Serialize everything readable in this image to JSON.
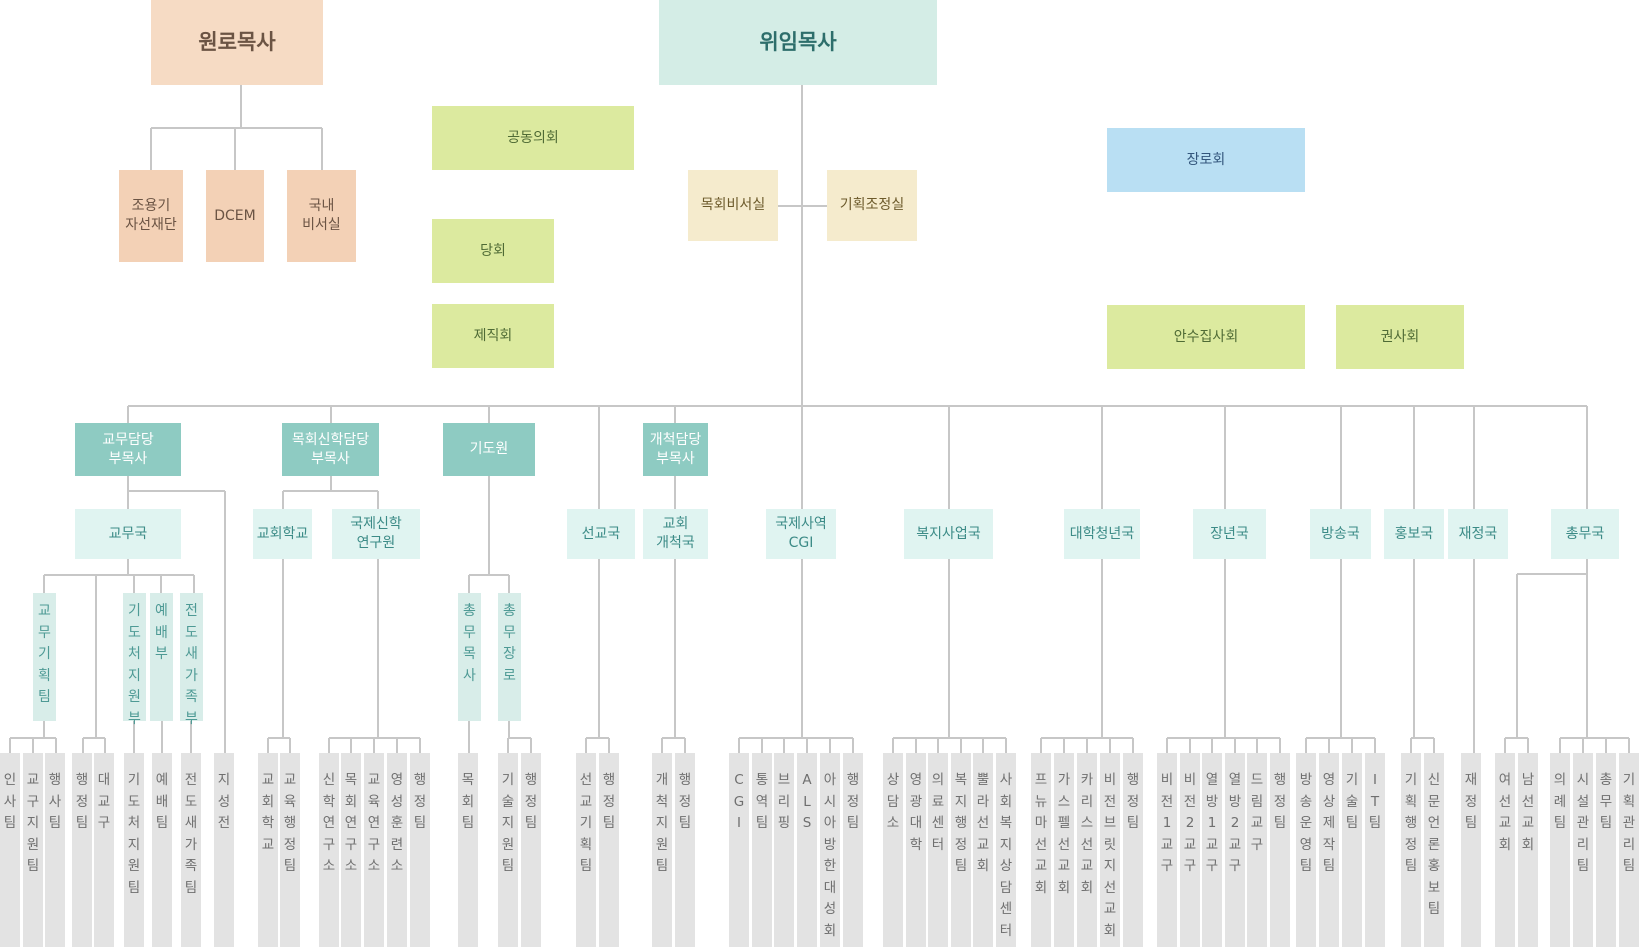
{
  "top": {
    "senior_pastor_emeritus": "원로목사",
    "senior_pastor": "위임목사",
    "emeritus_units": [
      "조용기\n자선재단",
      "DCEM",
      "국내\n비서실"
    ],
    "joint_council": "공동의회",
    "session": "당회",
    "officers_council": "제직회",
    "pastor_secretary": "목회비서실",
    "planning_office": "기획조정실",
    "elders": "장로회",
    "ordained_deacons": "안수집사회",
    "exhorters": "권사회"
  },
  "departments": [
    {
      "label": "교무담당\n부목사",
      "subs": [
        {
          "label": "교무국",
          "vertical": [
            {
              "label": "교무기획팀",
              "leaves": [
                "인사팀",
                "교구지원팀",
                "행사팀"
              ]
            },
            {
              "label": null,
              "leaves": [
                "행정팀",
                "대교구"
              ]
            },
            {
              "label": "기도처지원부",
              "leaves": [
                "기도처지원팀"
              ]
            },
            {
              "label": "예배부",
              "leaves": [
                "예배팀"
              ]
            },
            {
              "label": "전도새가족부",
              "leaves": [
                "전도새가족팀"
              ]
            }
          ]
        },
        {
          "label": null,
          "direct_leaves": [
            "지성전"
          ]
        }
      ]
    },
    {
      "label": "목회신학담당\n부목사",
      "subs": [
        {
          "label": "교회학교",
          "leaves": [
            "교회학교",
            "교육행정팀"
          ]
        },
        {
          "label": "국제신학\n연구원",
          "leaves": [
            "신학연구소",
            "목회연구소",
            "교육연구소",
            "영성훈련소",
            "행정팀"
          ]
        }
      ]
    },
    {
      "label": "기도원",
      "subs": [
        {
          "label": "총무목사",
          "leaves": [
            "목회팀"
          ]
        },
        {
          "label": "총무장로",
          "leaves": [
            "기술지원팀",
            "행정팀"
          ]
        }
      ]
    },
    {
      "label": "선교국",
      "leaves": [
        "선교기획팀",
        "행정팀"
      ]
    },
    {
      "label": "개척담당\n부목사",
      "sub": "교회\n개척국",
      "leaves": [
        "개척지원팀",
        "행정팀"
      ]
    },
    {
      "label": "국제사역\nCGI",
      "leaves": [
        "CGI",
        "통역팀",
        "브리핑",
        "ALS",
        "아시아방한대성회",
        "행정팀"
      ]
    },
    {
      "label": "복지사업국",
      "leaves": [
        "상담소",
        "영광대학",
        "의료센터",
        "복지행정팀",
        "뿔라선교회",
        "사회복지상담센터"
      ]
    },
    {
      "label": "대학청년국",
      "leaves": [
        "프뉴마선교회",
        "가스펠선교회",
        "카리스선교회",
        "비전브릿지선교회",
        "행정팀"
      ]
    },
    {
      "label": "장년국",
      "leaves": [
        "비전1교구",
        "비전2교구",
        "열방1교구",
        "열방2교구",
        "드림교구",
        "행정팀"
      ]
    },
    {
      "label": "방송국",
      "leaves": [
        "방송운영팀",
        "영상제작팀",
        "기술팀",
        "IT팀"
      ]
    },
    {
      "label": "홍보국",
      "leaves": [
        "기획행정팀",
        "신문언론홍보팀"
      ]
    },
    {
      "label": "재정국",
      "leaves": [
        "재정팀"
      ]
    },
    {
      "label": "총무국",
      "leaves": [
        "여선교회",
        "남선교회",
        "의례팀",
        "시설관리팀",
        "총무팀",
        "기획관리팀"
      ]
    }
  ],
  "colors": {
    "line": "#c7c7c7",
    "peach": "#f6dbc4",
    "mint": "#d4ede6",
    "lime": "#dcea9f",
    "sky": "#b9dff3",
    "cream": "#f5ebcd",
    "teal": "#8ecbc2",
    "pale": "#e0f4f1",
    "leaf": "#e3e3e3"
  }
}
